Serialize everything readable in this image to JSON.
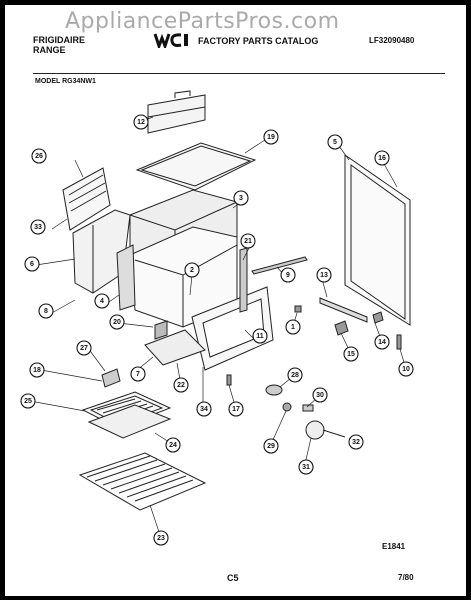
{
  "header": {
    "brand_line1": "FRIGIDAIRE",
    "brand_line2": "RANGE",
    "catalog": "FACTORY PARTS CATALOG",
    "doc_number": "LF32090480",
    "watermark": "AppliancePartsPros.com",
    "logo_icon": "wci-logo-icon"
  },
  "model_label": "MODEL RG34NW1",
  "part_numbers": [
    "1",
    "2",
    "3",
    "4",
    "5",
    "6",
    "7",
    "8",
    "9",
    "10",
    "11",
    "12",
    "13",
    "14",
    "15",
    "16",
    "17",
    "18",
    "19",
    "20",
    "21",
    "22",
    "23",
    "24",
    "25",
    "26",
    "27",
    "28",
    "29",
    "30",
    "31",
    "32",
    "33",
    "34"
  ],
  "footer": {
    "figure_code": "E1841",
    "page": "C5",
    "date": "7/80"
  }
}
